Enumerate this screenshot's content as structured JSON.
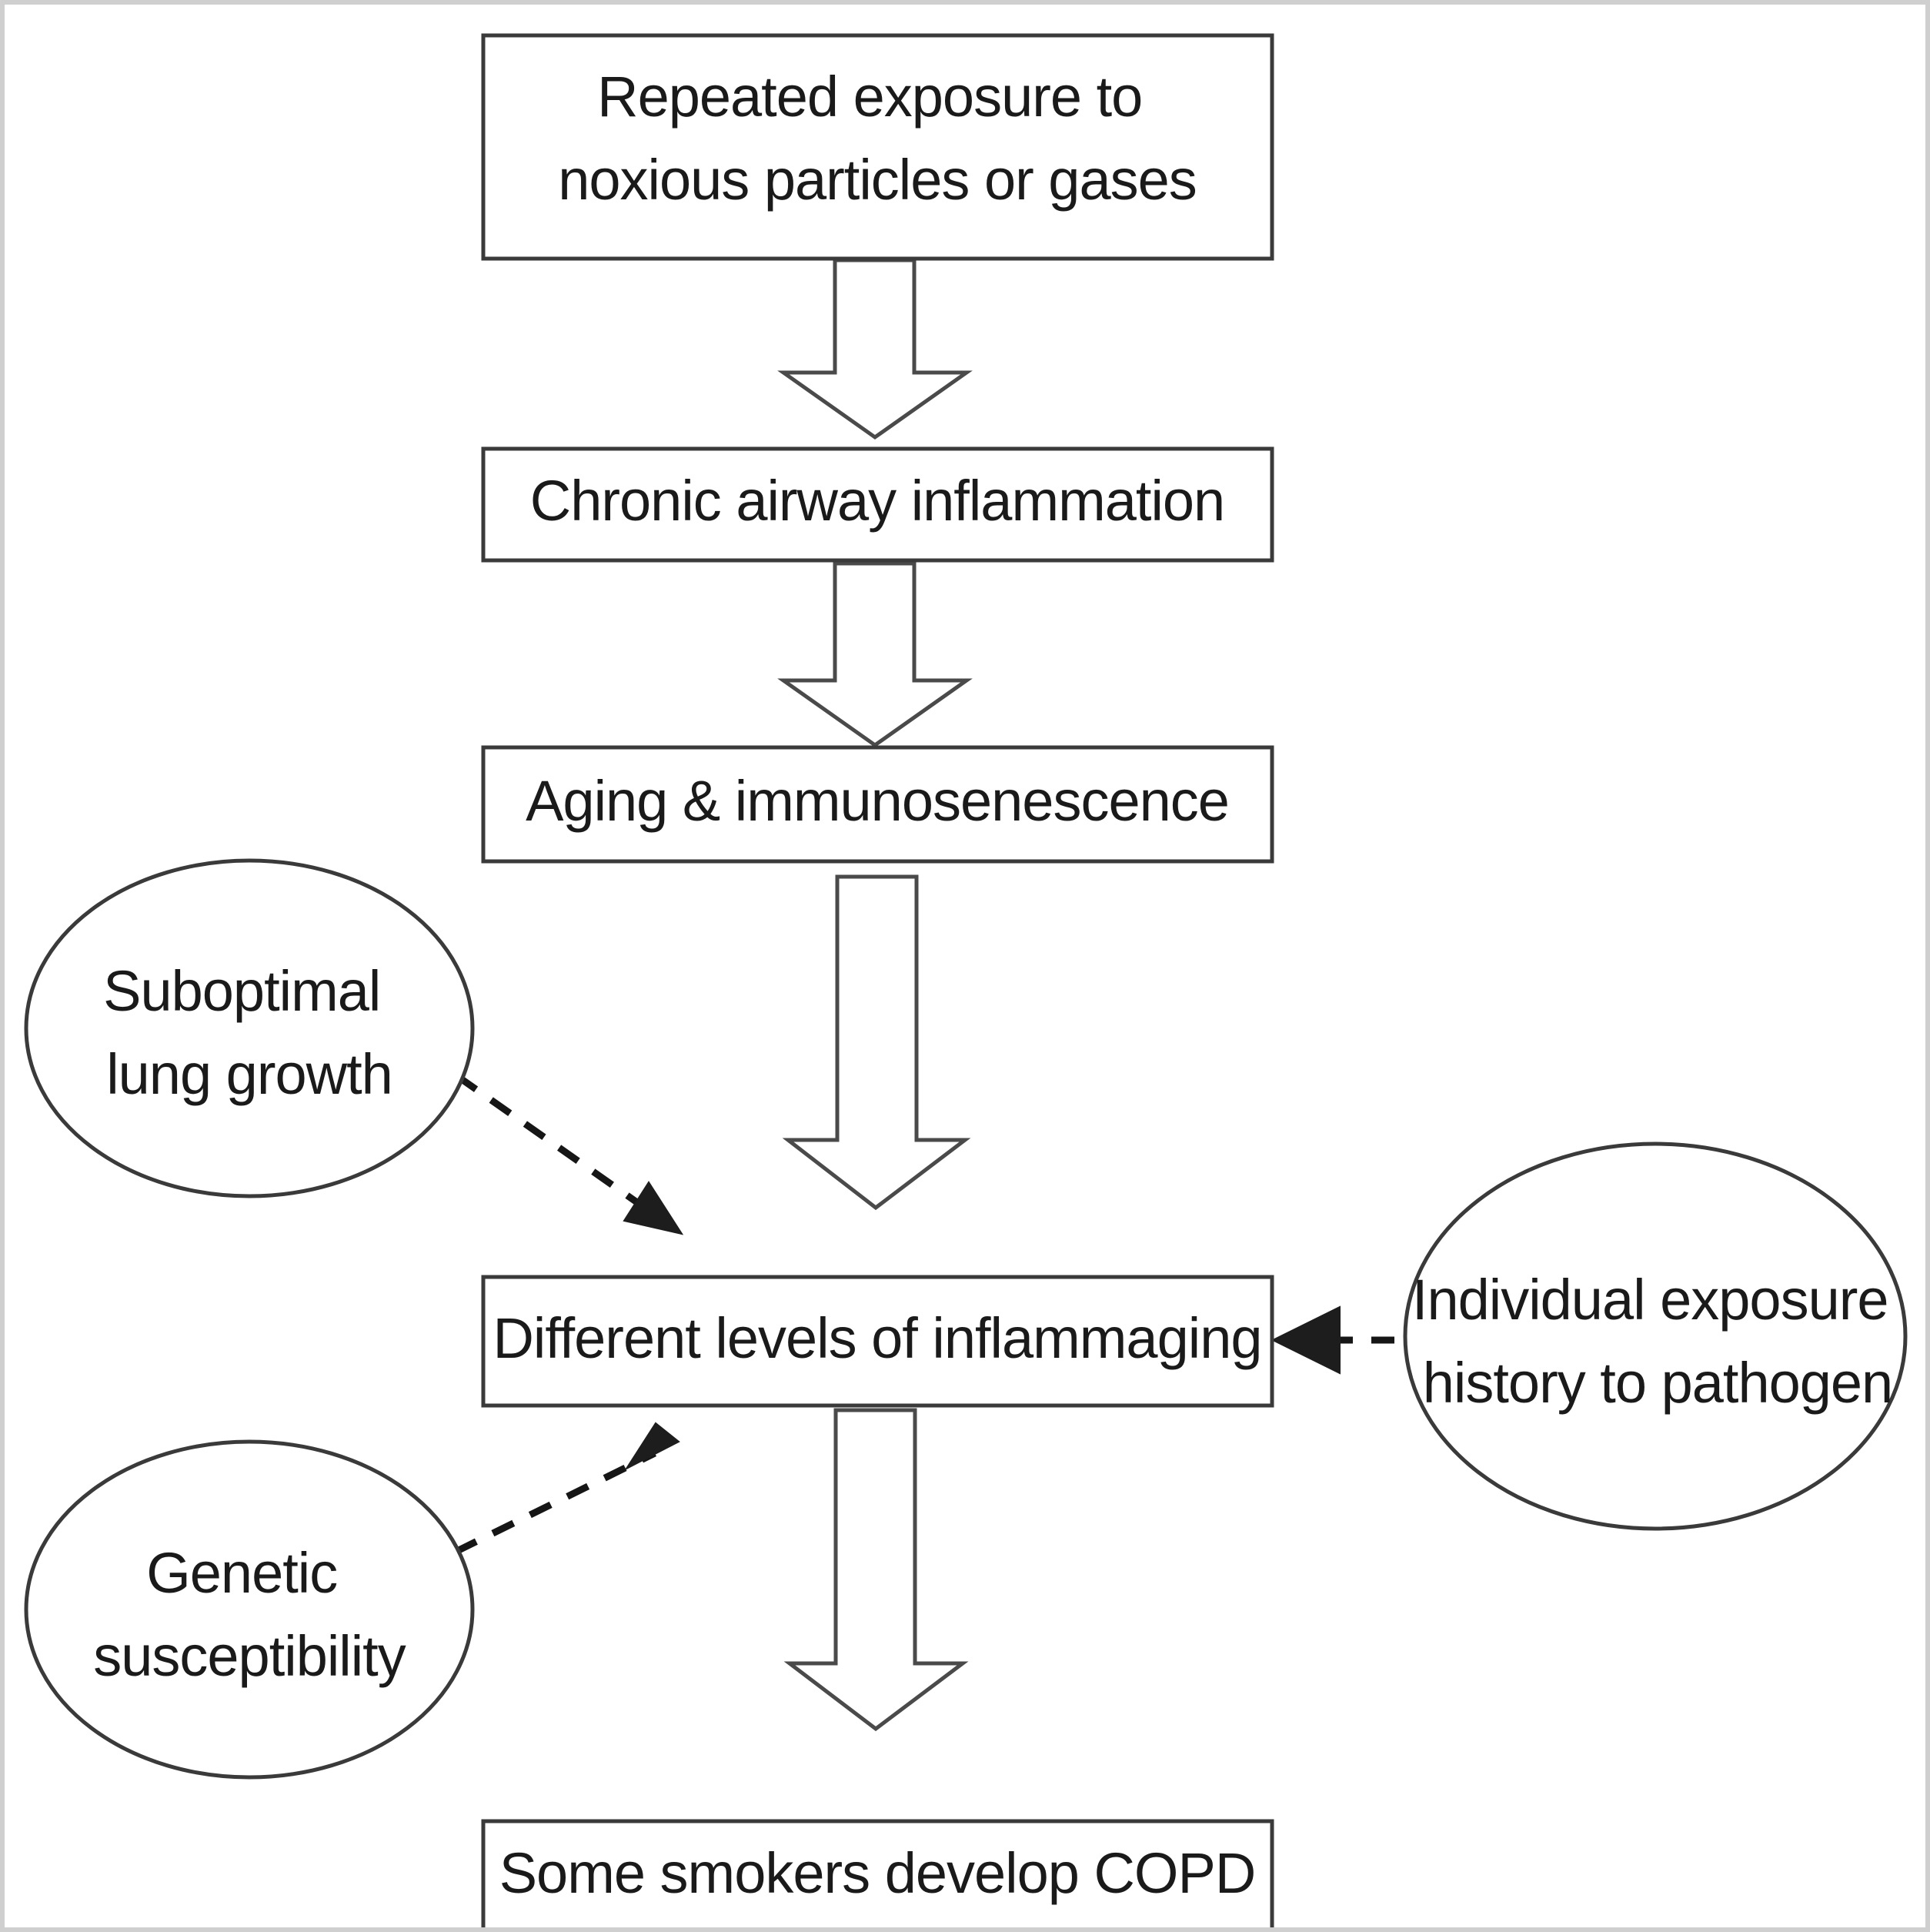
{
  "figure": {
    "type": "flowchart",
    "title": "Pathway from repeated noxious exposure to COPD in some smokers",
    "border_color": "#cfcfcf",
    "background_color": "#ffffff",
    "shape_outline_color": "#3a3a3a",
    "text_color": "#1a1a1a",
    "arrow_fill_color": "#ffffff",
    "dashed_arrow_color": "#161616"
  },
  "nodes": {
    "exposure": {
      "shape": "rectangle",
      "lines": [
        "Repeated exposure to",
        "noxious particles or gases"
      ]
    },
    "inflammation": {
      "shape": "rectangle",
      "lines": [
        "Chronic airway inflammation"
      ]
    },
    "aging": {
      "shape": "rectangle",
      "lines": [
        "Aging & immunosenescence"
      ]
    },
    "inflammaging": {
      "shape": "rectangle",
      "lines": [
        "Different levels of inflammaging"
      ]
    },
    "copd": {
      "shape": "rectangle",
      "lines": [
        "Some smokers develop COPD"
      ]
    },
    "lung_growth": {
      "shape": "ellipse",
      "lines": [
        "Suboptimal",
        "lung growth"
      ]
    },
    "genetics": {
      "shape": "ellipse",
      "lines": [
        "Genetic",
        "susceptibility"
      ]
    },
    "pathogen_history": {
      "shape": "ellipse",
      "lines": [
        "Individual exposure",
        "history to pathogen"
      ]
    }
  },
  "edges": [
    {
      "id": "e1",
      "from": "exposure",
      "to": "inflammation",
      "style": "block-arrow",
      "direction": "down"
    },
    {
      "id": "e2",
      "from": "inflammation",
      "to": "aging",
      "style": "block-arrow",
      "direction": "down"
    },
    {
      "id": "e3",
      "from": "aging",
      "to": "inflammaging",
      "style": "block-arrow",
      "direction": "down"
    },
    {
      "id": "e4",
      "from": "inflammaging",
      "to": "copd",
      "style": "block-arrow",
      "direction": "down"
    },
    {
      "id": "e5",
      "from": "lung_growth",
      "to": "inflammaging",
      "style": "dashed-arrow",
      "direction": "down-right"
    },
    {
      "id": "e6",
      "from": "genetics",
      "to": "inflammaging",
      "style": "dashed-arrow",
      "direction": "up-right"
    },
    {
      "id": "e7",
      "from": "pathogen_history",
      "to": "inflammaging",
      "style": "dashed-arrow",
      "direction": "left"
    }
  ]
}
